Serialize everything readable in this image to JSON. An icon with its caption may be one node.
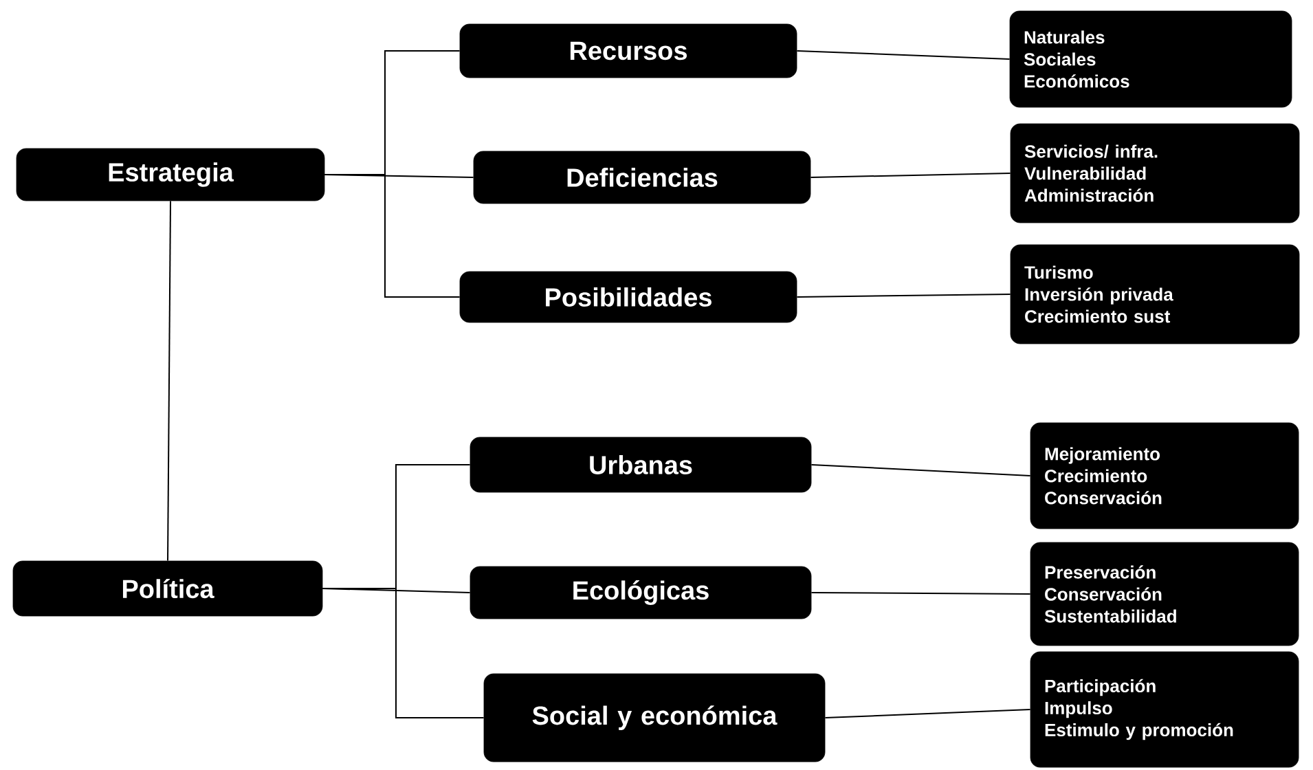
{
  "diagram": {
    "nodes": [
      {
        "text": [
          "Estrategia"
        ]
      },
      {
        "text": [
          "Recursos"
        ]
      },
      {
        "text": [
          "Naturales",
          "Sociales",
          "Económicos"
        ]
      },
      {
        "text": [
          "Deficiencias"
        ]
      },
      {
        "text": [
          "Servicios/ infra.",
          "Vulnerabilidad",
          "Administración"
        ]
      },
      {
        "text": [
          "Posibilidades"
        ]
      },
      {
        "text": [
          "Turismo",
          "Inversión privada",
          "Crecimiento sust"
        ]
      },
      {
        "text": [
          "Política"
        ]
      },
      {
        "text": [
          "Urbanas"
        ]
      },
      {
        "text": [
          "Mejoramiento",
          "Crecimiento",
          "Conservación"
        ]
      },
      {
        "text": [
          "Ecológicas"
        ]
      },
      {
        "text": [
          "Preservación",
          "Conservación",
          "Sustentabilidad"
        ]
      },
      {
        "text": [
          "Social y económica"
        ]
      },
      {
        "text": [
          "Participación",
          "Impulso",
          "Estimulo y promoción"
        ]
      }
    ],
    "edges": [
      {
        "from": 0,
        "to": 1,
        "arrow": "none"
      },
      {
        "from": 0,
        "to": 3,
        "arrow": "none"
      },
      {
        "from": 0,
        "to": 5,
        "arrow": "none"
      },
      {
        "from": 1,
        "to": 2,
        "arrow": "none"
      },
      {
        "from": 3,
        "to": 4,
        "arrow": "none"
      },
      {
        "from": 5,
        "to": 6,
        "arrow": "none"
      },
      {
        "from": 0,
        "to": 7,
        "arrow": "none"
      },
      {
        "from": 7,
        "to": 8,
        "arrow": "none"
      },
      {
        "from": 7,
        "to": 10,
        "arrow": "none"
      },
      {
        "from": 7,
        "to": 12,
        "arrow": "none"
      },
      {
        "from": 8,
        "to": 9,
        "arrow": "none"
      },
      {
        "from": 10,
        "to": 11,
        "arrow": "none"
      },
      {
        "from": 12,
        "to": 13,
        "arrow": "none"
      }
    ]
  }
}
